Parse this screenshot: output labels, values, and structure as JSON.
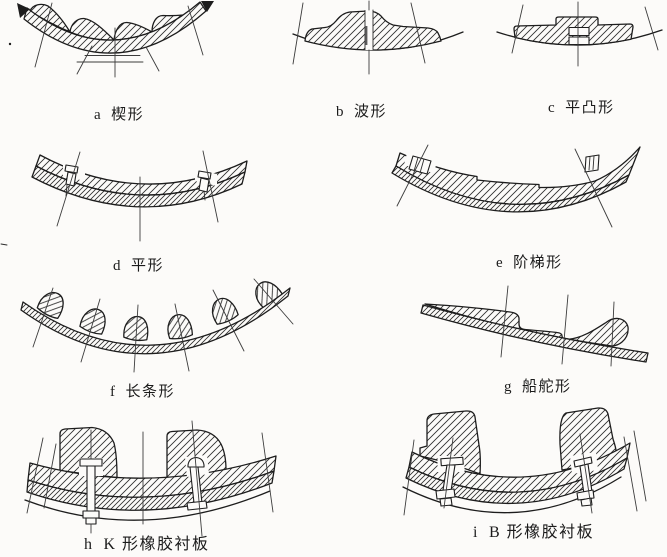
{
  "colors": {
    "background": "#fcfbf9",
    "ink": "#1d1d1d",
    "hatch": "#2e2e2e",
    "seam_gray": "#5a5a5a"
  },
  "figures": [
    {
      "letter": "a",
      "title": "楔形"
    },
    {
      "letter": "b",
      "title": "波形"
    },
    {
      "letter": "c",
      "title": "平凸形"
    },
    {
      "letter": "d",
      "title": "平形"
    },
    {
      "letter": "e",
      "title": "阶梯形"
    },
    {
      "letter": "f",
      "title": "长条形"
    },
    {
      "letter": "g",
      "title": "船舵形"
    },
    {
      "letter": "h",
      "title": "K 形橡胶衬板"
    },
    {
      "letter": "i",
      "title": "B 形橡胶衬板"
    }
  ]
}
